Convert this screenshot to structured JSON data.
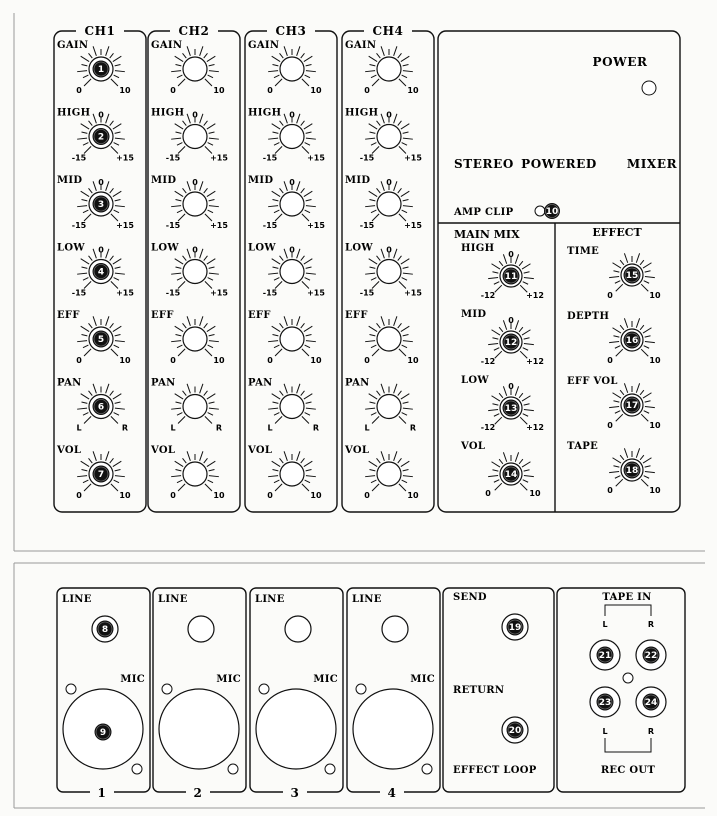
{
  "channels": [
    {
      "header": "CH1",
      "number": "1"
    },
    {
      "header": "CH2",
      "number": "2"
    },
    {
      "header": "CH3",
      "number": "3"
    },
    {
      "header": "CH4",
      "number": "4"
    }
  ],
  "knob_rows": [
    {
      "label": "GAIN",
      "min": "0",
      "max": "10",
      "top": ""
    },
    {
      "label": "HIGH",
      "min": "-15",
      "max": "+15",
      "top": "0"
    },
    {
      "label": "MID",
      "min": "-15",
      "max": "+15",
      "top": "0"
    },
    {
      "label": "LOW",
      "min": "-15",
      "max": "+15",
      "top": "0"
    },
    {
      "label": "EFF",
      "min": "0",
      "max": "10",
      "top": ""
    },
    {
      "label": "PAN",
      "min": "L",
      "max": "R",
      "top": ""
    },
    {
      "label": "VOL",
      "min": "0",
      "max": "10",
      "top": ""
    }
  ],
  "ch1_callouts": [
    "1",
    "2",
    "3",
    "4",
    "5",
    "6",
    "7"
  ],
  "power_label": "POWER",
  "title_words": [
    "STEREO",
    "POWERED",
    "MIXER"
  ],
  "amp_clip": {
    "label": "AMP CLIP",
    "callout": "10"
  },
  "main_mix": {
    "title": "MAIN MIX",
    "knobs": [
      {
        "label": "HIGH",
        "min": "-12",
        "max": "+12",
        "top": "0",
        "callout": "11"
      },
      {
        "label": "MID",
        "min": "-12",
        "max": "+12",
        "top": "0",
        "callout": "12"
      },
      {
        "label": "LOW",
        "min": "-12",
        "max": "+12",
        "top": "0",
        "callout": "13"
      },
      {
        "label": "VOL",
        "min": "0",
        "max": "10",
        "top": "",
        "callout": "14"
      }
    ]
  },
  "effect": {
    "title": "EFFECT",
    "knobs": [
      {
        "label": "TIME",
        "min": "0",
        "max": "10",
        "callout": "15"
      },
      {
        "label": "DEPTH",
        "min": "0",
        "max": "10",
        "callout": "16"
      },
      {
        "label": "EFF VOL",
        "min": "0",
        "max": "10",
        "callout": "17"
      },
      {
        "label": "TAPE",
        "min": "0",
        "max": "10",
        "callout": "18"
      }
    ]
  },
  "rear": {
    "line_label": "LINE",
    "mic_label": "MIC",
    "line_callout": "8",
    "mic_callout": "9",
    "send_label": "SEND",
    "send_callout": "19",
    "return_label": "RETURN",
    "return_callout": "20",
    "effect_loop_label": "EFFECT LOOP",
    "tape_in_label": "TAPE IN",
    "rec_out_label": "REC OUT",
    "tape_callouts": [
      "21",
      "22",
      "23",
      "24"
    ],
    "left_label": "L",
    "right_label": "R"
  }
}
